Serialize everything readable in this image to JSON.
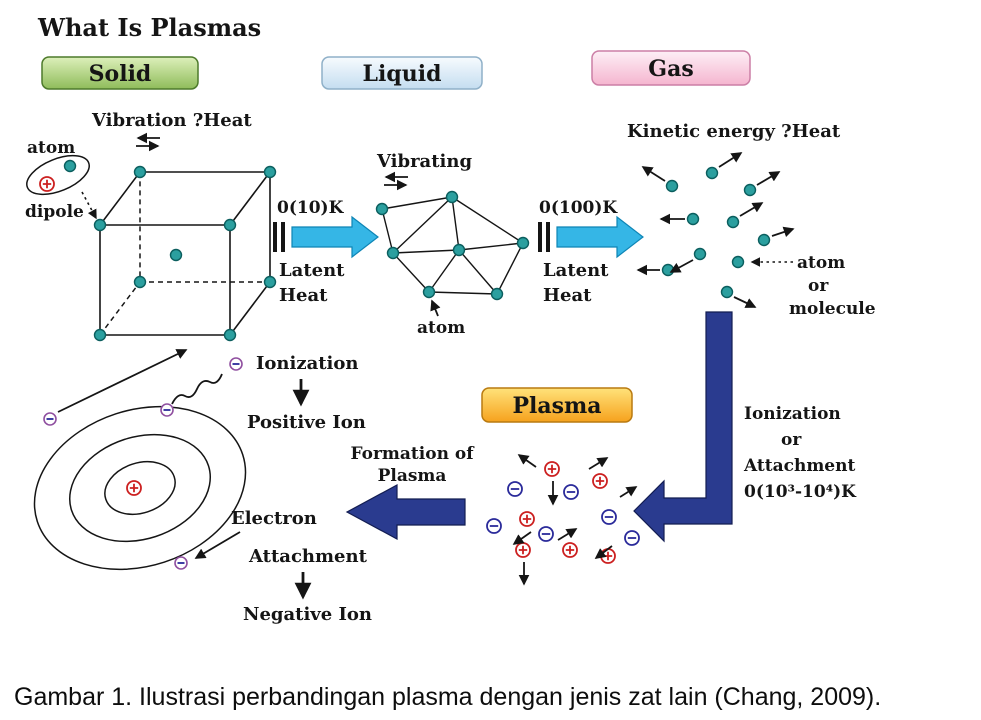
{
  "title": "What Is Plasmas",
  "caption": "Gambar 1. Ilustrasi perbandingan plasma dengan jenis zat lain (Chang, 2009).",
  "state_boxes": {
    "solid": "Solid",
    "liquid": "Liquid",
    "gas": "Gas",
    "plasma": "Plasma"
  },
  "solid_section": {
    "vibration_label": "Vibration ?Heat",
    "atom_label": "atom",
    "dipole_label": "dipole"
  },
  "solid_to_liquid": {
    "temperature": "0(10)K",
    "latent": "Latent",
    "heat": "Heat"
  },
  "liquid_section": {
    "vibrating_label": "Vibrating",
    "atom_label": "atom"
  },
  "liquid_to_gas": {
    "temperature": "0(100)K",
    "latent": "Latent",
    "heat": "Heat"
  },
  "gas_section": {
    "kinetic_label": "Kinetic energy ?Heat",
    "atom_label": "atom",
    "or_label": "or",
    "molecule_label": "molecule"
  },
  "gas_to_plasma": {
    "line1": "Ionization",
    "line2": "or",
    "line3": "Attachment",
    "line4": "0(10³-10⁴)K"
  },
  "formation": {
    "line1": "Formation of",
    "line2": "Plasma"
  },
  "atom_model": {
    "ionization_label": "Ionization",
    "positive_ion_label": "Positive Ion",
    "electron_label": "Electron",
    "attachment_label": "Attachment",
    "negative_ion_label": "Negative Ion"
  },
  "colors": {
    "solid_green": "#8fbc5a",
    "liquid_blue": "#c4ddf0",
    "gas_pink": "#f5b5cf",
    "plasma_orange": "#f6a21d",
    "arrow_cyan": "#35b6e6",
    "arrow_navy": "#2a3b8f",
    "atom_teal": "#2b9f9f",
    "positive_red": "#cc2020",
    "negative_blue": "#2a2a9a"
  }
}
